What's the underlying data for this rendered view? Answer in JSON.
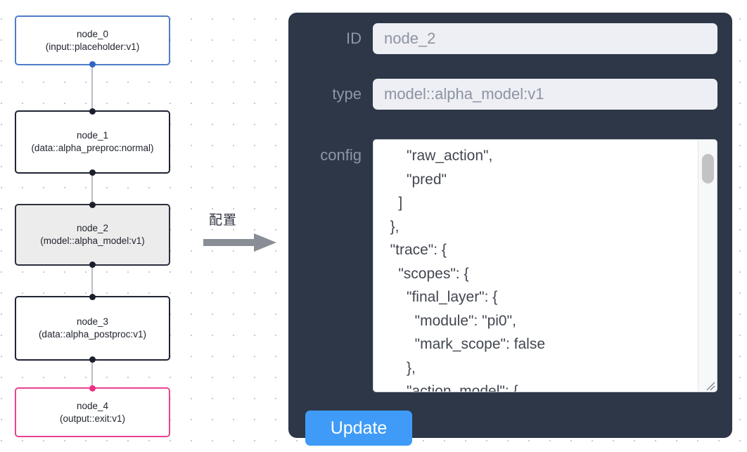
{
  "canvas": {
    "arrow": {
      "label": "配置",
      "icon": "right-arrow-icon"
    },
    "nodes": [
      {
        "id": "node_0",
        "title": "node_0",
        "subtitle": "(input::placeholder:v1)",
        "kind": "input",
        "selected": false
      },
      {
        "id": "node_1",
        "title": "node_1",
        "subtitle": "(data::alpha_preproc:normal)",
        "kind": "default",
        "selected": false
      },
      {
        "id": "node_2",
        "title": "node_2",
        "subtitle": "(model::alpha_model:v1)",
        "kind": "default",
        "selected": true
      },
      {
        "id": "node_3",
        "title": "node_3",
        "subtitle": "(data::alpha_postproc:v1)",
        "kind": "default",
        "selected": false
      },
      {
        "id": "node_4",
        "title": "node_4",
        "subtitle": "(output::exit:v1)",
        "kind": "output",
        "selected": false
      }
    ],
    "colors": {
      "input_border": "#4f7cc9",
      "output_border": "#e8428f",
      "default_border": "#1f2433",
      "selected_fill": "#ececec",
      "edge": "#b9bcc4",
      "port": "#1b1f2b",
      "grid_dot": "#c9c9d2"
    }
  },
  "panel": {
    "background": "#2e3748",
    "fields": {
      "id": {
        "label": "ID",
        "value": "node_2",
        "placeholder": "node_2"
      },
      "type": {
        "label": "type",
        "value": "model::alpha_model:v1",
        "placeholder": "model::alpha_model:v1"
      },
      "config": {
        "label": "config",
        "value": "      \"raw_action\",\n      \"pred\"\n    ]\n  },\n  \"trace\": {\n    \"scopes\": {\n      \"final_layer\": {\n        \"module\": \"pi0\",\n        \"mark_scope\": false\n      },\n      \"action_model\": {",
        "scroll_state": "scrolled",
        "resizable": true
      }
    },
    "update_button": {
      "label": "Update",
      "color": "#3f9bf7"
    }
  }
}
